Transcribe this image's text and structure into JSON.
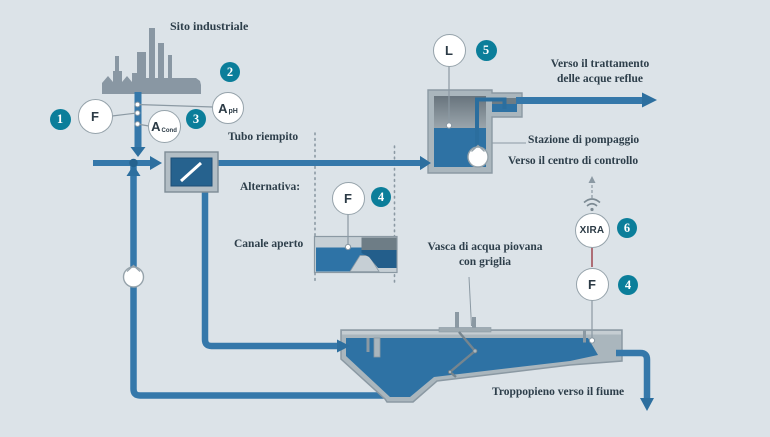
{
  "diagram": {
    "site_label": "Sito industriale",
    "pipe_label": "Tubo riempito",
    "alternative_label": "Alternativa:",
    "open_channel_label": "Canale aperto",
    "treatment_line1": "Verso il trattamento",
    "treatment_line2": "delle acque reflue",
    "pumping_station_label": "Stazione di pompaggio",
    "control_center_label": "Verso il centro di controllo",
    "basin_line1": "Vasca di acqua piovana",
    "basin_line2": "con griglia",
    "overflow_label": "Troppopieno verso il fiume"
  },
  "instruments": {
    "flow_inlet": {
      "label": "F",
      "badge": "1"
    },
    "ph": {
      "label": "A",
      "sub": "pH",
      "badge": "2"
    },
    "conductivity": {
      "label": "A",
      "sub": "Cond",
      "badge": "3"
    },
    "flow_channel": {
      "label": "F",
      "badge": "4"
    },
    "level": {
      "label": "L",
      "badge": "5"
    },
    "gateway": {
      "label": "XIRA",
      "badge": "6"
    },
    "flow_overflow": {
      "label": "F",
      "badge": "4"
    }
  },
  "icons": [
    "factory-icon",
    "flowmeter-icon",
    "pump-icon",
    "wifi-icon",
    "screen-rake-icon"
  ],
  "colors": {
    "background": "#dce3e8",
    "pipe_blue": "#3578aa",
    "arrow_blue": "#2d6f9f",
    "water_blue": "#2e72a4",
    "water_dark": "#235e8b",
    "badge_teal": "#0b7e9a",
    "wall_gray": "#aab6bd",
    "line_gray": "#8b99a3",
    "signal_red": "#a3505a",
    "text": "#2d3e4a",
    "factory_gray": "#8997a3"
  }
}
